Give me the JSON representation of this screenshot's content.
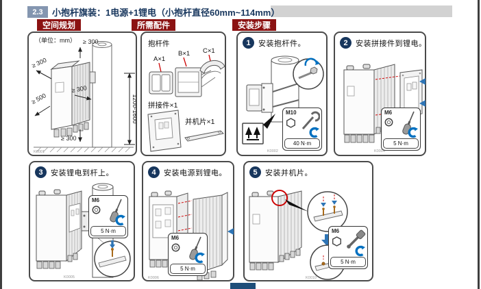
{
  "header": {
    "section_number": "2.3",
    "title": "小抱杆旗装：1电源+1锂电（小抱杆直径60mm~114mm）"
  },
  "section_labels": {
    "space_planning": "空间规划",
    "required_accessories": "所需配件",
    "installation_steps": "安装步骤"
  },
  "space_panel": {
    "unit_note": "（单位：mm）",
    "clearances": {
      "top": "≥ 300",
      "left": "≥ 300",
      "front": "≥ 500",
      "right": "≥ 300",
      "bottom": "≥ 300",
      "mount_height": "1200-1600"
    },
    "figure_code": "K0001"
  },
  "accessories_panel": {
    "pole_parts_label": "抱杆件",
    "part_a_label": "A×1",
    "part_b_label": "B×1",
    "part_c_label": "C×1",
    "splice_part_label": "拼接件×1",
    "parallel_plate_label": "并机片×1"
  },
  "steps": [
    {
      "num": "1",
      "text": "安装抱杆件。",
      "fastener_size": "M10",
      "fastener_icon": "hex-bolt",
      "tool_icon": "open-wrench",
      "rotation_icon": "clockwise-arrow",
      "torque": "40 N·m",
      "figure_code": "K0002"
    },
    {
      "num": "2",
      "text": "安装拼接件到锂电。",
      "fastener_size": "M6",
      "fastener_icon": "washer",
      "tool_icon": "screwdriver",
      "rotation_icon": "clockwise-arrow",
      "torque": "5 N·m",
      "figure_code": "K0004"
    },
    {
      "num": "3",
      "text": "安装锂电到杆上。",
      "fastener_size": "M6",
      "fastener_icon": "washer",
      "tool_icon": "screwdriver",
      "rotation_icon": "clockwise-arrow",
      "torque": "5 N·m",
      "figure_code": "K0005"
    },
    {
      "num": "4",
      "text": "安装电源到锂电。",
      "fastener_size": "M6",
      "fastener_icon": "washer",
      "tool_icon": "screwdriver",
      "rotation_icon": "clockwise-arrow",
      "torque": "5 N·m",
      "figure_code": "K0006"
    },
    {
      "num": "5",
      "text": "安装并机片。",
      "fastener_size": "M6",
      "fastener_icon": "hex-bolt",
      "tool_icon": "socket-wrench",
      "rotation_icon": "clockwise-arrow",
      "torque": "5 N·m",
      "figure_code": "K0010"
    }
  ],
  "colors": {
    "accent_navy": "#17365D",
    "badge_red": "#8B1212",
    "number_badge_blue": "#8496B0",
    "rotation_blue": "#0070C0",
    "arrow_blue": "#2E75B6",
    "leader_red": "#CC0000",
    "footer_blue": "#1F4E79"
  }
}
